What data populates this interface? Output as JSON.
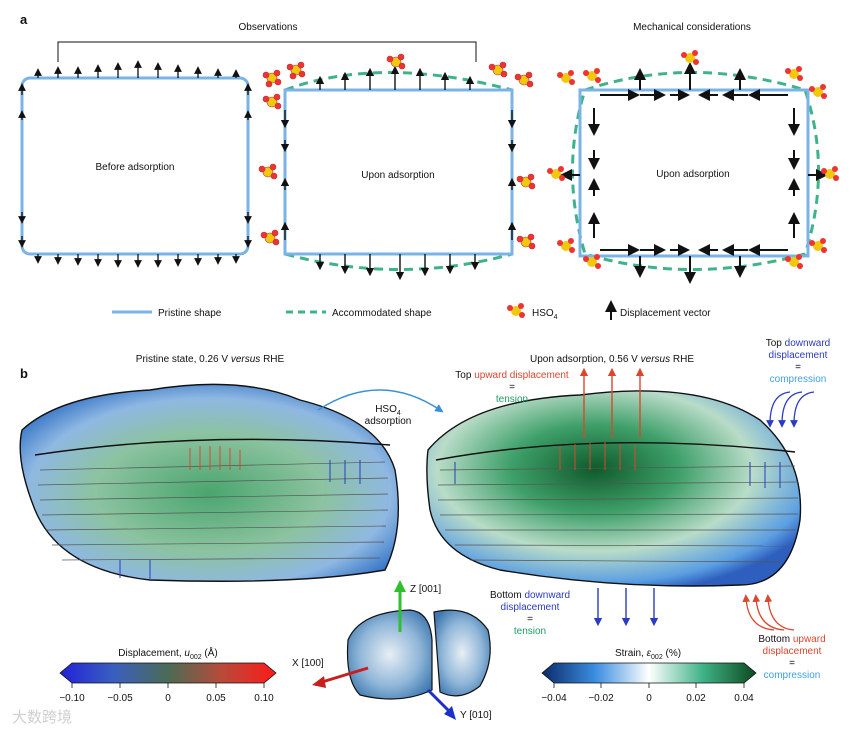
{
  "panel_a": {
    "label": "a",
    "observations_title": "Observations",
    "mechanical_title": "Mechanical considerations",
    "box1_label": "Before adsorption",
    "box2_label": "Upon adsorption",
    "box3_label": "Upon adsorption",
    "legend": {
      "pristine": "Pristine shape",
      "accommodated": "Accommodated shape",
      "hso4_main": "HSO",
      "hso4_sub": "4",
      "displacement": "Displacement vector"
    }
  },
  "panel_b": {
    "label": "b",
    "left_title_prefix": "Pristine state, 0.26 V ",
    "left_title_italic": "versus",
    "left_title_suffix": " RHE",
    "right_title_prefix": "Upon adsorption, 0.56 V ",
    "right_title_italic": "versus",
    "right_title_suffix": " RHE",
    "arrow_label_line1_main": "HSO",
    "arrow_label_line1_sub": "4",
    "arrow_label_line2": "adsorption",
    "top_up": {
      "prefix": "Top ",
      "colored": "upward displacement",
      "eq": "=",
      "result": "tension"
    },
    "top_down": {
      "prefix": "Top ",
      "colored_line1": "downward",
      "colored_line2": "displacement",
      "eq": "=",
      "result": "compression"
    },
    "bottom_down": {
      "prefix": "Bottom ",
      "colored_line1": "downward",
      "colored_line2": "displacement",
      "eq": "=",
      "result": "tension"
    },
    "bottom_up": {
      "prefix": "Bottom ",
      "colored_line1": "upward",
      "colored_line2": "displacement",
      "eq": "=",
      "result": "compression"
    },
    "axes": {
      "z": "Z [001]",
      "x": "X [100]",
      "y": "Y [010]"
    },
    "colorbar_disp": {
      "title_prefix": "Displacement, ",
      "title_var": "u",
      "title_sub": "002",
      "title_unit": " (Å)",
      "ticks": [
        "−0.10",
        "−0.05",
        "0",
        "0.05",
        "0.10"
      ]
    },
    "colorbar_strain": {
      "title_prefix": "Strain, ",
      "title_var": "ε",
      "title_sub": "002",
      "title_unit": " (%)",
      "ticks": [
        "−0.04",
        "−0.02",
        "0",
        "0.02",
        "0.04"
      ]
    }
  },
  "watermark": "大数跨境",
  "colors": {
    "pristine": "#7ab4e6",
    "accommodated": "#3fb388",
    "upward": "#d9472f",
    "downward": "#2b3cc0",
    "tension": "#1e9a62",
    "compression": "#3fa0e0"
  }
}
